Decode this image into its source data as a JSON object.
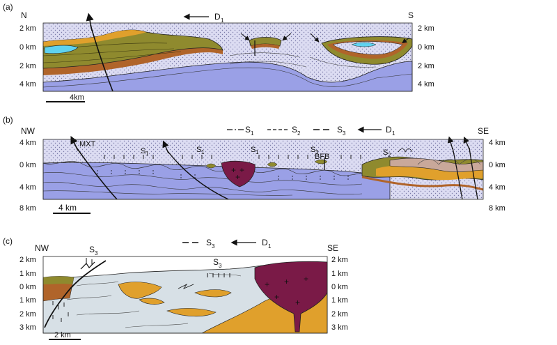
{
  "panels": [
    {
      "letter": "(a)",
      "left_dir": "N",
      "right_dir": "S",
      "deformation": {
        "label": "D",
        "sub": "1"
      },
      "depth_ticks": [
        "2 km",
        "0 km",
        "2 km",
        "4 km"
      ],
      "scale_bar": "4km"
    },
    {
      "letter": "(b)",
      "left_dir": "NW",
      "right_dir": "SE",
      "legend": [
        {
          "label": "S",
          "sub": "1"
        },
        {
          "label": "S",
          "sub": "2"
        },
        {
          "label": "S",
          "sub": "3"
        },
        {
          "label": "D",
          "sub": "1"
        }
      ],
      "fault_label": "MXT",
      "basin_label": "BFB",
      "cleavage_labels": [
        {
          "label": "S",
          "sub": "1"
        },
        {
          "label": "S",
          "sub": "1"
        },
        {
          "label": "S",
          "sub": "1"
        },
        {
          "label": "S",
          "sub": "3"
        },
        {
          "label": "S",
          "sub": "2"
        }
      ],
      "depth_ticks": [
        "4 km",
        "0 km",
        "4 km",
        "8 km"
      ],
      "scale_bar": "4 km"
    },
    {
      "letter": "(c)",
      "left_dir": "NW",
      "right_dir": "SE",
      "legend": [
        {
          "label": "S",
          "sub": "3"
        },
        {
          "label": "D",
          "sub": "1"
        }
      ],
      "cleavage_labels": [
        {
          "label": "S",
          "sub": "3"
        },
        {
          "label": "S",
          "sub": "3"
        }
      ],
      "depth_ticks": [
        "2 km",
        "1 km",
        "0 km",
        "1 km",
        "2 km",
        "3 km"
      ],
      "scale_bar": "2 km"
    }
  ],
  "colors": {
    "basement": "#9aa0e6",
    "dotted_unit": "#dcdcf2",
    "olive": "#8f8a2e",
    "rust": "#b0642a",
    "orange": "#e0a02c",
    "cyan": "#5fd2ef",
    "granite": "#7a1a47",
    "grey": "#d7e0e6",
    "tan": "#c9a89a"
  }
}
